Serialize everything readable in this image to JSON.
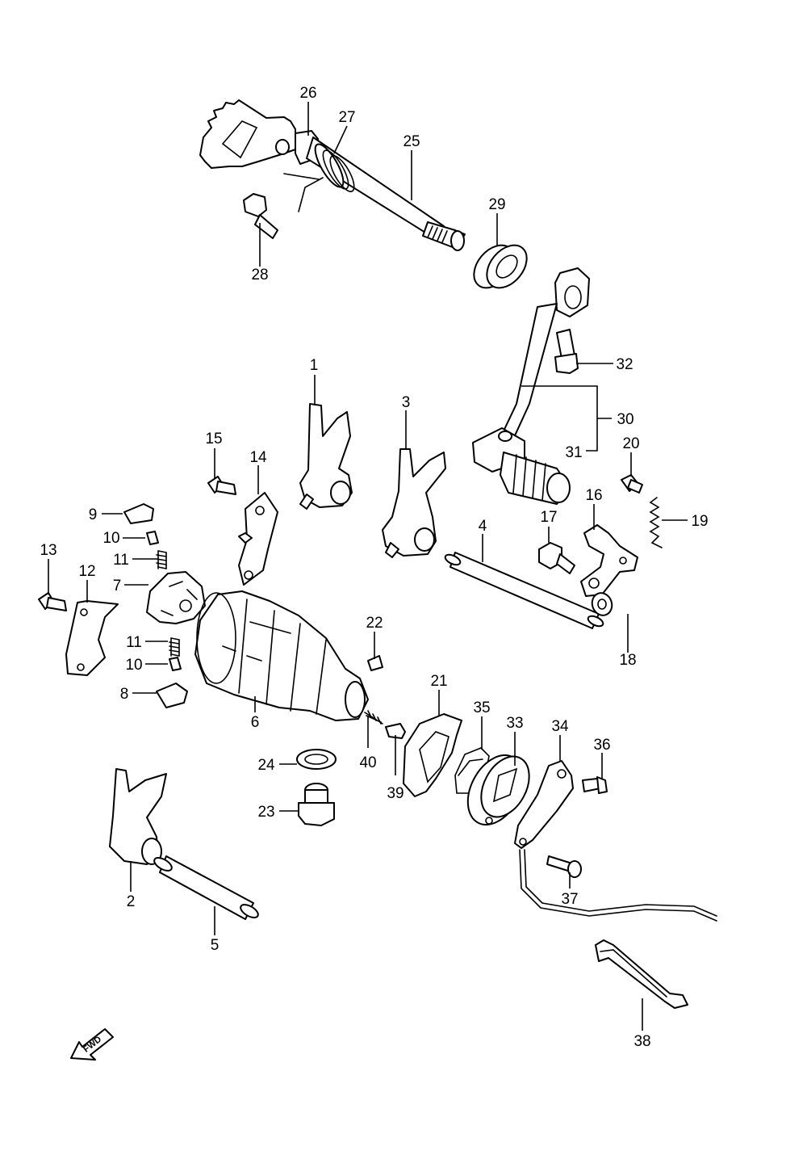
{
  "diagram": {
    "fwd_label": "FWD",
    "callouts": [
      "1",
      "2",
      "3",
      "4",
      "5",
      "6",
      "7",
      "8",
      "9",
      "10",
      "10",
      "11",
      "11",
      "12",
      "13",
      "14",
      "15",
      "16",
      "17",
      "18",
      "19",
      "20",
      "21",
      "22",
      "23",
      "24",
      "25",
      "26",
      "27",
      "28",
      "29",
      "30",
      "31",
      "32",
      "33",
      "34",
      "35",
      "36",
      "37",
      "38",
      "39",
      "40"
    ]
  }
}
